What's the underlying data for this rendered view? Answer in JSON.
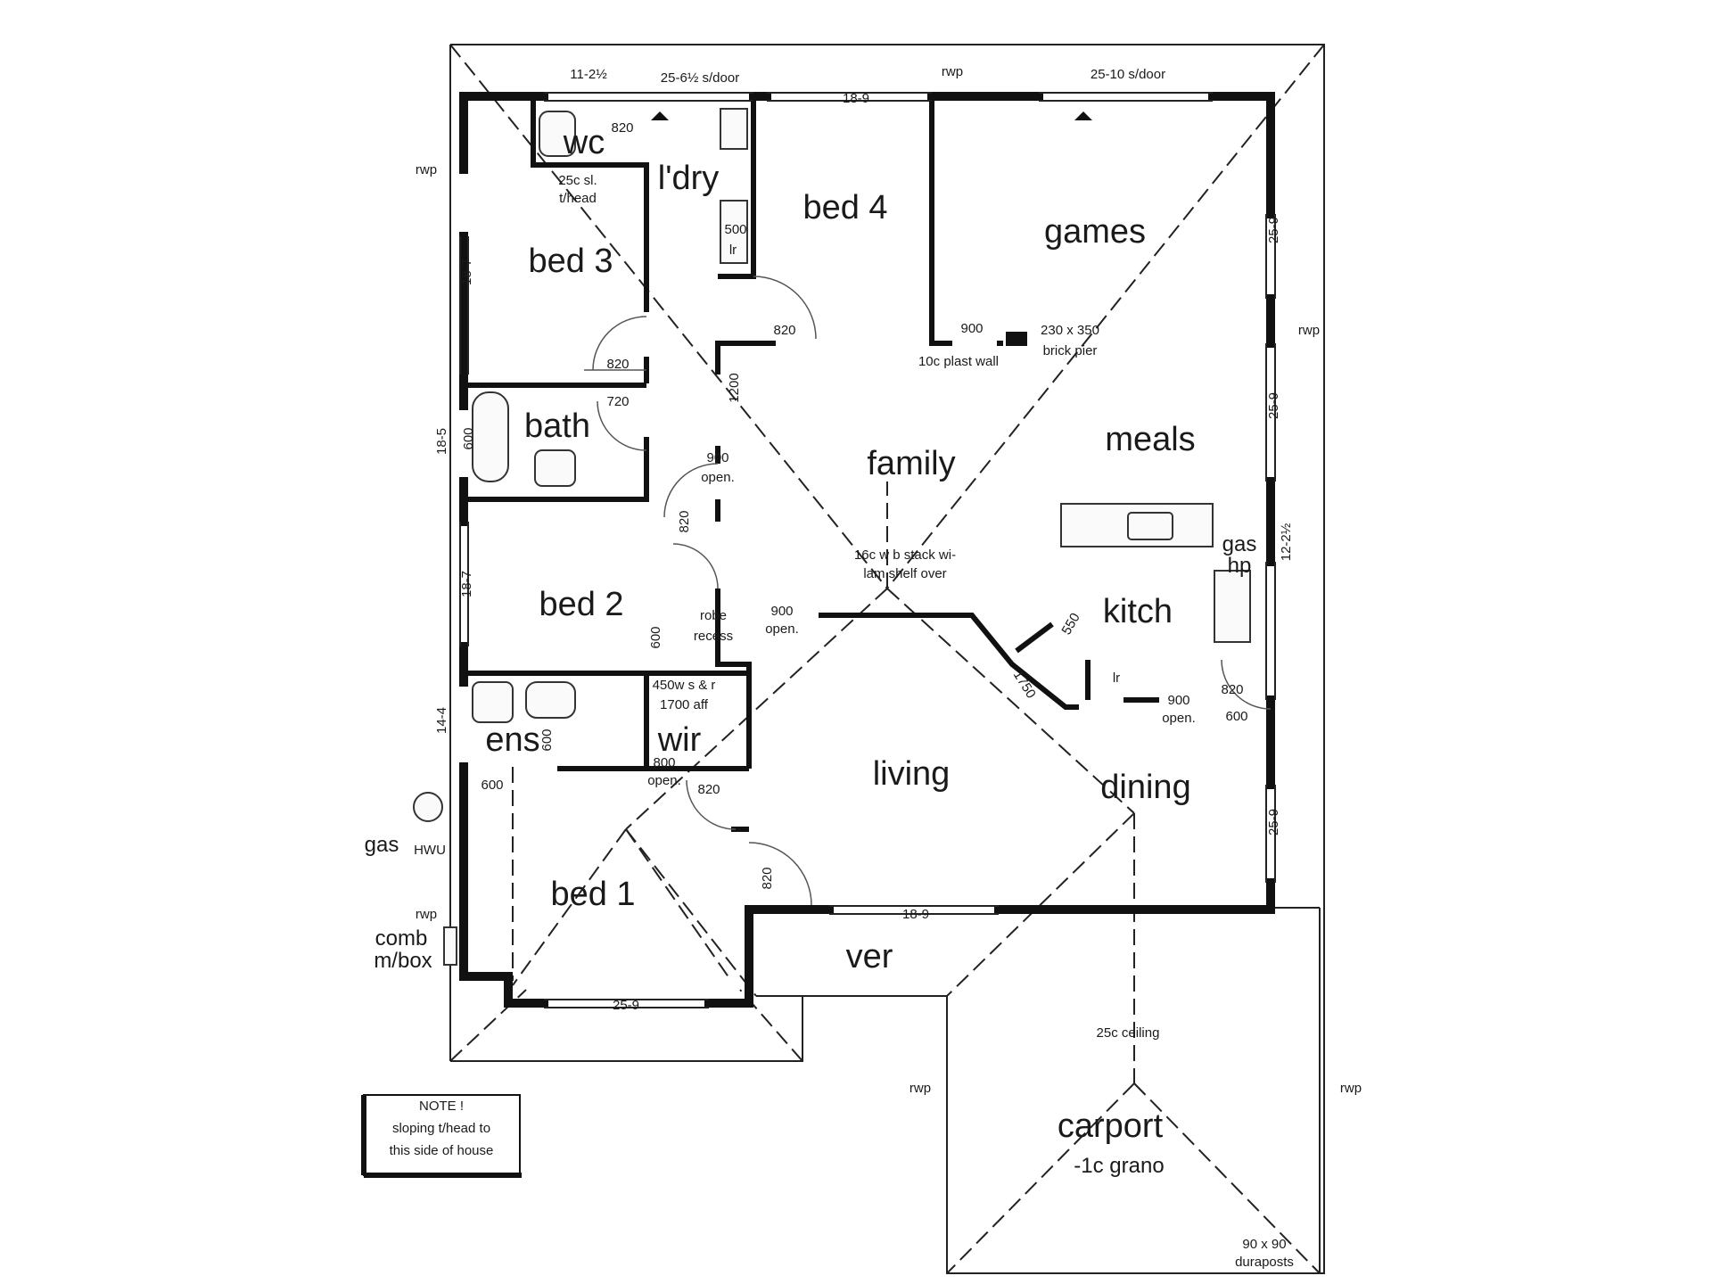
{
  "rooms": {
    "wc": "wc",
    "ldry": "l'dry",
    "bed4": "bed 4",
    "games": "games",
    "bed3": "bed 3",
    "bath": "bath",
    "family": "family",
    "meals": "meals",
    "bed2": "bed 2",
    "kitch": "kitch",
    "ens": "ens",
    "wir": "wir",
    "living": "living",
    "dining": "dining",
    "bed1": "bed 1",
    "ver": "ver",
    "carport": "carport"
  },
  "labels": {
    "rwp": "rwp",
    "gas": "gas",
    "hwu": "HWU",
    "comb": "comb",
    "mbox": "m/box",
    "gas_hp_1": "gas",
    "gas_hp_2": "hp",
    "grano": "-1c grano",
    "ceiling_25c": "25c ceiling",
    "brick_pier_1": "230 x 350",
    "brick_pier_2": "brick pier",
    "plast_wall": "10c plast wall",
    "wb_stack_1": "16c w b stack wi-",
    "wb_stack_2": "lam shelf over",
    "robe_1": "robe",
    "robe_2": "recess",
    "wir_shelf_1": "450w s & r",
    "wir_shelf_2": "1700 aff",
    "wc_ceiling_1": "25c sl.",
    "wc_ceiling_2": "t/head",
    "lr": "lr",
    "open": "open.",
    "duraposts_1": "90 x 90",
    "duraposts_2": "duraposts",
    "sdoor_1": "25-6½ s/door",
    "sdoor_2": "25-10 s/door",
    "note_title": "NOTE !",
    "note_line1": "sloping t/head to",
    "note_line2": "this side of house"
  },
  "dims": {
    "d11_2": "11-2½",
    "d18_9_top": "18-9",
    "d25_9_right_a": "25-9",
    "d25_9_right_b": "25-9",
    "d12_2": "12-2½",
    "d25_9_right_c": "25-9",
    "d18_7_a": "18-7",
    "d18_5": "18-5",
    "d18_7_b": "18-7",
    "d14_4": "14-4",
    "d18_9_bottom": "18-9",
    "d25_9_bottom": "25-9",
    "d820_wc": "820",
    "d500": "500",
    "d820_bed4": "820",
    "d820_bed3": "820",
    "d720": "720",
    "d1200": "1200",
    "d900_open_a": "900",
    "d900_plast": "900",
    "d820_bed2": "820",
    "d900_open_b": "900",
    "d600_robe": "600",
    "d550": "550",
    "d1750": "1750",
    "d900_open_c": "900",
    "d820_right": "820",
    "d600_right": "600",
    "d800_open": "800",
    "d820_living": "820",
    "d600_ens": "600",
    "d820_bed1": "820",
    "d600_bath": "600",
    "d600_ens2": "600"
  }
}
